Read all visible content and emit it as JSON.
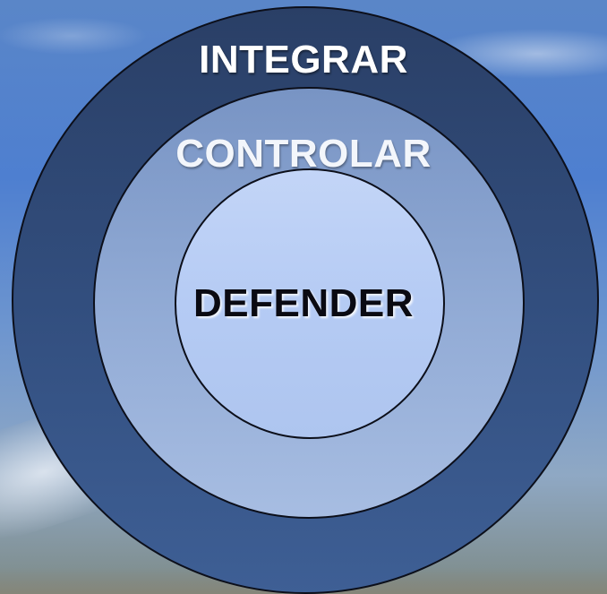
{
  "diagram": {
    "type": "concentric-circles",
    "rings": [
      {
        "label": "INTEGRAR",
        "level": "outer",
        "fill": "#2f4a77"
      },
      {
        "label": "CONTROLAR",
        "level": "middle",
        "fill": "#8ea8d4"
      },
      {
        "label": "DEFENDER",
        "level": "inner",
        "fill": "#bcd0f6"
      }
    ]
  },
  "colors": {
    "outline": "#0c0f1a",
    "outer_label_text": "#ffffff",
    "inner_label_text": "#0a0a12"
  }
}
